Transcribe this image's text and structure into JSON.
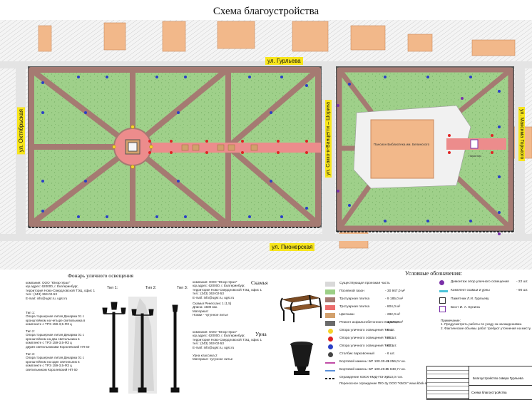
{
  "title": "Схема благоустройства",
  "streets": {
    "top": "ул. Гурльева",
    "bottom": "ул. Пионерская",
    "left": "ул. Октябрьская",
    "middle": "ул. Сакко-и-Ванцетти – Шорина",
    "right": "ул. Максима Горького"
  },
  "plan_labels": {
    "building": "Пансион Библиотека им. Белинского",
    "monument": "Памятник"
  },
  "lighting": {
    "heading": "Фонарь уличного освещения",
    "company": [
      "компания: ООО \"Юнэр-Урал\"",
      "юр.адрес: 620000, г. Екатеринбург,",
      "территория Ново-Свердловской ТЭЦ, офис 1",
      "тел.: (343) 363-02-53",
      "E-mail: info@ugsr.ru, ugsr.ru"
    ],
    "type1": [
      "Тип 1:",
      "Опора торшерная литая Декарма 01 с",
      "кронштейном на четыре светильника в",
      "комплекте с ТРЭ 159-3,5-ФЗ ц"
    ],
    "type2": [
      "Тип 2:",
      "Опора торшерная литая Декарма 01 с",
      "кронштейном на два светильника в",
      "комплекте с ТРЭ 159-3,5-ФЗ ц",
      "двумя светильниками Королевский НП 60"
    ],
    "type3": [
      "Тип 3:",
      "Опора торшерная литая Декарма 01 с",
      "кронштейном на один светильник в",
      "комплекте с ТРЭ 159-3,5-ФЗ ц",
      "светильником Королевский НП 60"
    ],
    "panel_labels": [
      "Тип 1:",
      "Тип 2:",
      "Тип 3:"
    ]
  },
  "bench": {
    "heading": "Скамья",
    "company": [
      "компания: ООО \"Юнэр-Урал\"",
      "юр.адрес: 620000, г. Екатеринбург,",
      "территория Ново-Свердловской ТЭЦ, офис 1",
      "тел.: (343) 363-02-53",
      "E-mail: info@ugsr.ru, ugsr.ru"
    ],
    "spec": [
      "Скамья Ренессанс 1 (1,5)",
      "Длина: 1500 мм.",
      "Материал:",
      "Ножки - чугунное литье"
    ]
  },
  "urn": {
    "heading": "Урна",
    "company": [
      "компания: ООО \"Юнэр-Урал\"",
      "юр.адрес: 620000, г. Екатеринбург,",
      "территория Ново-Свердловской ТЭЦ, офис 1",
      "тел.: (343) 363-02-53",
      "E-mail: info@ugsr.ru, ugsr.ru"
    ],
    "spec": [
      "Урна классика 2",
      "Материал: чугунное литье"
    ]
  },
  "legend": {
    "heading": "Условные обозначения:",
    "items": [
      {
        "label": "Существующая проезжая часть",
        "value": "",
        "color": "#d9d9d9"
      },
      {
        "label": "Посевной газон",
        "value": "- 30 947,0 м²",
        "color": "#9ccf86"
      },
      {
        "label": "Тротуарная плитка",
        "value": "- 9 185,0 м²",
        "color": "#a57a72"
      },
      {
        "label": "Тротуарная плитка",
        "value": "- 804,0 м²",
        "color": "#ec6d6d"
      },
      {
        "label": "Цветники",
        "value": "- 282,0 м²",
        "color": "#d2a06c"
      },
      {
        "label": "Ремонт асфальтобетонного покрытия",
        "value": "- 1 574,0 м²",
        "color": "#6a6a6a"
      },
      {
        "label": "Опора уличного освещения Тип 1",
        "value": "- 6 шт.",
        "color": "#f5d22a"
      },
      {
        "label": "Опора уличного освещения Тип 2",
        "value": "- 26 шт.",
        "color": "#e02424"
      },
      {
        "label": "Опора уличного освещения Тип 3",
        "value": "- 63 шт.",
        "color": "#2a3fc6"
      },
      {
        "label": "Столбик парковочный",
        "value": "- 6 шт.",
        "color": "#444444"
      },
      {
        "label": "Бортовой камень: БР 100.30.15",
        "value": "- 1 256,0 п.м.",
        "color": "#c04ca6"
      },
      {
        "label": "Бортовой камень: БР 100.20.8",
        "value": "- 5 848,7 п.м.",
        "color": "#5a8fd8"
      },
      {
        "label": "Ограждение 6ЭСК-КМД-ПЭ-Зу",
        "value": "- 313,0 п.м.",
        "color": "#222222"
      }
    ],
    "right_items": [
      {
        "label": "Демонтаж опор уличного освещения",
        "value": "- 22 шт.",
        "color": "#7a2fa8"
      },
      {
        "label": "Комплект скамьи и урны",
        "value": "- 90 шт.",
        "color": "#4cc3d8"
      },
      {
        "label": "Памятник Л.И. Гурльеву",
        "value": "",
        "color": "#333333"
      },
      {
        "label": "Бюст И. А. Бунина",
        "value": "",
        "color": "#7a2fa8"
      }
    ],
    "fence_note": "Переносное ограждение ПЮ-Зу ООО \"КБСК\" www.kbsk-metall.ru",
    "notes": [
      "Примечание:",
      "1. Предусмотреть работы по уходу за насаждениями.",
      "2. Фактические объемы работ требуют уточнения на месту."
    ]
  },
  "stamp": {
    "line1": "Благоустройство сквера Гурльева",
    "line2": "Схема благоустройства"
  }
}
